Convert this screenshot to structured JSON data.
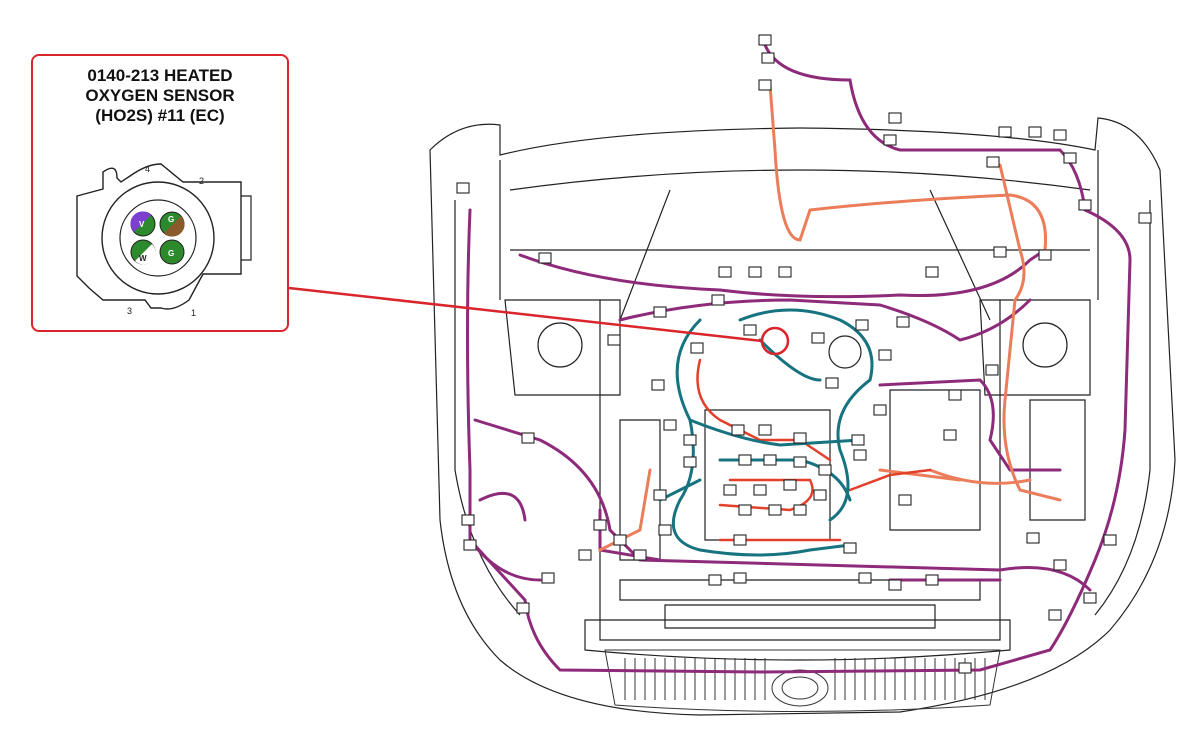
{
  "connector": {
    "title": "0140-213 HEATED\nOXYGEN SENSOR\n(HO2S) #11 (EC)",
    "pin_numbers": [
      "4",
      "2",
      "3",
      "1"
    ],
    "pin_labels": [
      "V",
      "G",
      "W",
      "G"
    ]
  },
  "colors": {
    "harness_purple": "#8e2a7a",
    "harness_teal": "#16737f",
    "harness_salmon": "#ec7d5a",
    "harness_red": "#e2402b",
    "callout_red": "#d9252b",
    "pin_violet": "#7d3fd1",
    "pin_green": "#2c8a2c",
    "pin_brown": "#8b5a2b",
    "pin_white": "#ffffff"
  },
  "icons": [
    "connector-icon",
    "wiring-harness",
    "vehicle-front-outline",
    "grille",
    "logo-emblem"
  ]
}
